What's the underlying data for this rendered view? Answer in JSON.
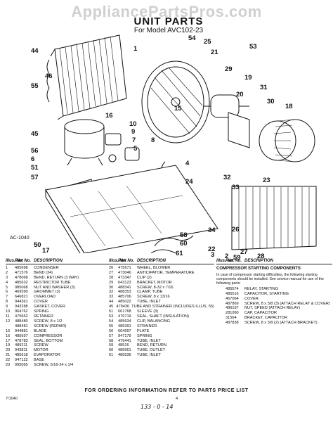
{
  "watermark": "AppliancePartsPros.com",
  "title": "UNIT PARTS",
  "subtitle": "For Model AVC102-23",
  "figure_label": "AC-1040",
  "callouts": {
    "c44": "44",
    "c1": "1",
    "c54": "54",
    "c25": "25",
    "c21": "21",
    "c53": "53",
    "c55": "55",
    "c46": "46",
    "c15": "15",
    "c29": "29",
    "c19": "19",
    "c31": "31",
    "c20": "20",
    "c30": "30",
    "c18": "18",
    "c16": "16",
    "c10": "10",
    "c9": "9",
    "c7": "7",
    "c5": "5",
    "c8": "8",
    "c45": "45",
    "c56": "56",
    "c6": "6",
    "c51": "51",
    "c57": "57",
    "c24": "24",
    "c4": "4",
    "c32": "32",
    "c33": "33",
    "c23": "23",
    "c50": "50",
    "c17": "17",
    "c58": "58",
    "c60": "60",
    "c61": "61",
    "c22": "22",
    "c3": "3",
    "c2": "2",
    "c59": "59",
    "c27": "27",
    "c28": "28",
    "c26": "26",
    "c34": "34"
  },
  "table1": {
    "headers": [
      "Illus. No.",
      "Part No.",
      "DESCRIPTION"
    ],
    "rows": [
      [
        "1",
        "485698",
        "CONDENSER"
      ],
      [
        "2",
        "471576",
        "BEND (34)"
      ],
      [
        "3",
        "478068",
        "BEND, RETURN (3 WAY)"
      ],
      [
        "4",
        "485632",
        "RESTRICTOR TUBE"
      ],
      [
        "5",
        "985068",
        "NUT AND WASHER (3)"
      ],
      [
        "6",
        "469590",
        "GROMMET (3)"
      ],
      [
        "7",
        "646821",
        "OVERLOAD"
      ],
      [
        "8",
        "944361",
        "COVER"
      ],
      [
        "9",
        "943288",
        "GASKET, COVER"
      ],
      [
        "10",
        "964762",
        "SPRING"
      ],
      [
        "11",
        "475662",
        "RETAINER"
      ],
      [
        "12",
        "488480",
        "SCREW, 8 x 1/2"
      ],
      [
        "",
        "488481",
        "SCREW (REPAIR)"
      ],
      [
        "16",
        "944881",
        "BLADE"
      ],
      [
        "16",
        "485697",
        "COMPRESSOR"
      ],
      [
        "17",
        "478783",
        "SEAL, BOTTOM"
      ],
      [
        "19",
        "489211",
        "SCREW"
      ],
      [
        "20",
        "943811",
        "MOTOR"
      ],
      [
        "21",
        "485618",
        "EVAPORATOR"
      ],
      [
        "22",
        "947122",
        "BASE"
      ],
      [
        "23",
        "995065",
        "SCREW, 5/16-24 x 1/4"
      ]
    ]
  },
  "table2": {
    "headers": [
      "Illus. No.",
      "Part No.",
      "DESCRIPTION"
    ],
    "rows": [
      [
        "26",
        "475671",
        "WHEEL, BLOWER"
      ],
      [
        "27",
        "473046",
        "ANTICIPATOR, TEMPERATURE"
      ],
      [
        "28",
        "473347",
        "CLIP (2)"
      ],
      [
        "29",
        "643123",
        "BRACKET, MOTOR"
      ],
      [
        "30",
        "488341",
        "SCREW, 8-32 x 7/16"
      ],
      [
        "32",
        "488353",
        "CLAMP, TUBE"
      ],
      [
        "33",
        "485706",
        "SCREW, 8 x 13/16"
      ],
      [
        "44",
        "485022",
        "TUBE, INLET"
      ],
      [
        "45",
        "479436",
        "TUBE AND STRAINER (INCLUDES ILLUS. 55)"
      ],
      [
        "51",
        "661768",
        "SLEEVE (3)"
      ],
      [
        "53",
        "476719",
        "SEAL, SHAFT (INSULATION)"
      ],
      [
        "54",
        "485634",
        "CLIP, BALANCING"
      ],
      [
        "55",
        "485391",
        "STRAINER"
      ],
      [
        "56",
        "664997",
        "PLATE"
      ],
      [
        "57",
        "947179",
        "SPRING"
      ],
      [
        "58",
        "479441",
        "TUBE, INLET"
      ],
      [
        "59",
        "48516",
        "BEND, RETURN"
      ],
      [
        "60",
        "485561",
        "TUBE, OUTLET"
      ],
      [
        "61",
        "485536",
        "TUBE, INLET"
      ]
    ]
  },
  "table3": {
    "headers": [
      "Illus. No.",
      "Part No.",
      "DESCRIPTION"
    ],
    "section_title": "COMPRESSOR STARTING COMPONENTS",
    "note": "In case of compressor starting difficulties, the following starting components should be installed. See service manual for use of the following parts:",
    "rows": [
      [
        "",
        "485574",
        "RELAY, STARTING"
      ],
      [
        "",
        "485516",
        "CAPACITOR, STARTING"
      ],
      [
        "",
        "467064",
        "COVER"
      ],
      [
        "",
        "487869",
        "SCREW, 8 x 3/8 (3) (ATTACH RELAY & COVER)"
      ],
      [
        "",
        "486197",
        "NUT, SPEED (ATTACH RELAY)"
      ],
      [
        "",
        "281060",
        "CAP, CAPACITOR"
      ],
      [
        "",
        "31564",
        "BRACKET, CAPACITOR"
      ],
      [
        "",
        "487838",
        "SCREW, 8 x 3/8 (2) (ATTACH BRACKET)"
      ]
    ]
  },
  "footer": "FOR ORDERING INFORMATION REFER TO PARTS PRICE LIST",
  "code": "7/1040",
  "page": "4",
  "handwritten": "133 - 0 - 14"
}
